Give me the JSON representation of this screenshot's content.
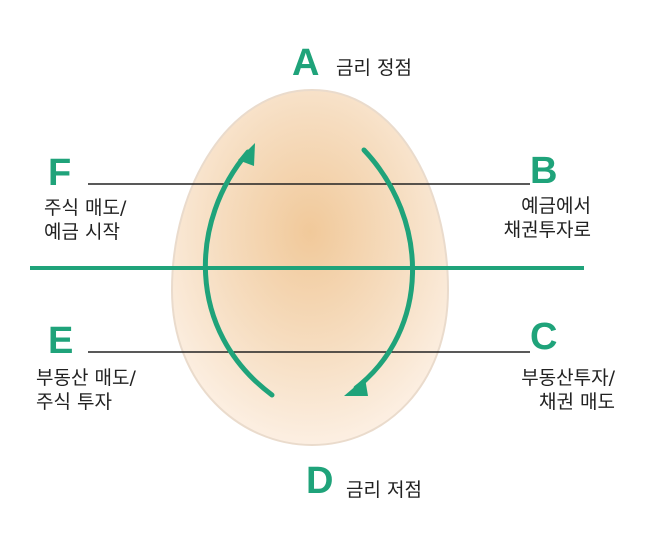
{
  "colors": {
    "accent": "#1fa37a",
    "text": "#222222",
    "egg_center": "#f1c99a",
    "egg_edge": "#fbeee0"
  },
  "points": {
    "A": {
      "letter": "A",
      "label": "금리 정점"
    },
    "B": {
      "letter": "B",
      "lines": [
        "예금에서",
        "채권투자로"
      ]
    },
    "C": {
      "letter": "C",
      "lines": [
        "부동산투자/",
        "채권 매도"
      ]
    },
    "D": {
      "letter": "D",
      "label": "금리 저점"
    },
    "E": {
      "letter": "E",
      "lines": [
        "부동산 매도/",
        "주식 투자"
      ]
    },
    "F": {
      "letter": "F",
      "lines": [
        "주식 매도/",
        "예금 시작"
      ]
    }
  }
}
